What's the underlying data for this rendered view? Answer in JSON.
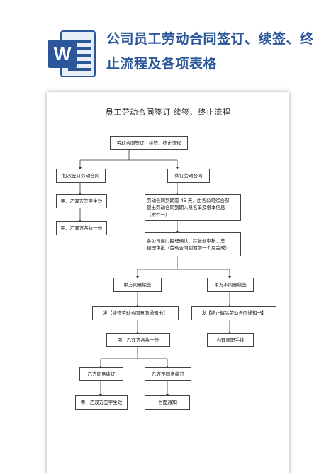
{
  "header": {
    "title": "公司员工劳动合同签订、续签、终止流程及各项表格",
    "app_icon": "word-icon",
    "accent_color": "#2b579a"
  },
  "document": {
    "title": "员工劳动合同签订    续签、终止流程",
    "flow": {
      "start": "劳动合同签订、续签、终止流程",
      "first_sign": "初次签订劳动合同",
      "first_sign_step1": "甲、乙双方签字生效",
      "first_sign_step2": "甲、乙双方各执一份",
      "renew": "续订劳动合同",
      "renew_step1": "劳动合同到期前 45 天，由各公司综合部\n提出劳动合同到期人员名单及根本信息\n（附件一）",
      "renew_step2": "各公司部门经理确认、综合部审核、总\n经理审批（劳动合同到期前一个月完成）",
      "party_a_agree": "甲方同意续签",
      "party_a_disagree": "甲方不同意续签",
      "send_renew_notice": "发【续签劳动合同意向通知书】",
      "send_terminate_notice": "发【终止解除劳动合同通知书】",
      "each_hold_copy": "甲、乙双方各执一份",
      "resignation": "办理离职手续",
      "party_b_agree": "乙方同意续订",
      "party_b_disagree": "乙方不同意续订",
      "party_b_agree_result": "甲、乙双方签字生效",
      "written_notice": "书面通知"
    }
  }
}
